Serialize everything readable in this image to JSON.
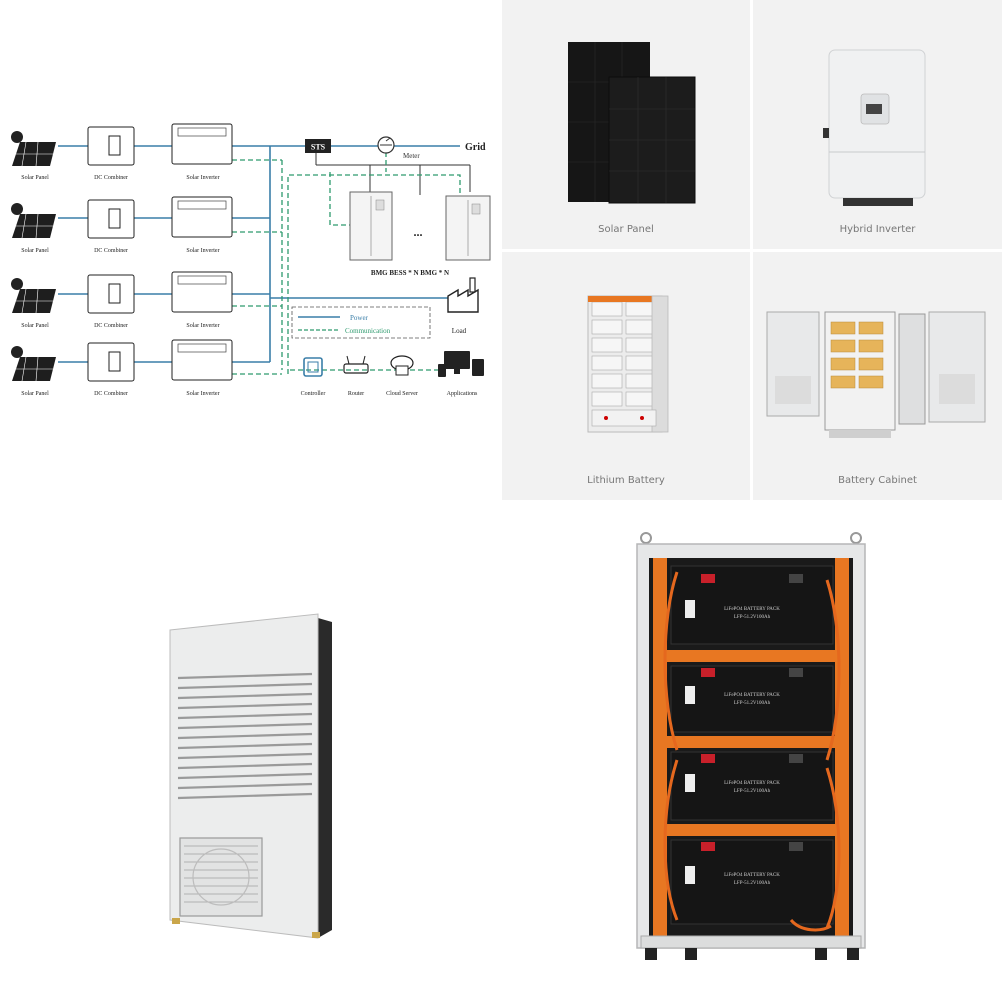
{
  "diagram": {
    "rows": [
      {
        "panel_label": "Solar Panel",
        "combiner_label": "DC Combiner",
        "inverter_label": "Solar Inverter"
      },
      {
        "panel_label": "Solar Panel",
        "combiner_label": "DC Combiner",
        "inverter_label": "Solar Inverter"
      },
      {
        "panel_label": "Solar Panel",
        "combiner_label": "DC Combiner",
        "inverter_label": "Solar Inverter"
      },
      {
        "panel_label": "Solar Panel",
        "combiner_label": "DC Combiner",
        "inverter_label": "Solar Inverter"
      }
    ],
    "sts_label": "STS",
    "meter_label": "Meter",
    "grid_label": "Grid",
    "bess_label": "BMG BESS * N BMG  * N",
    "bess_dots": "...",
    "load_label": "Load",
    "legend": {
      "power": "Power",
      "communication": "Communication"
    },
    "comm_devices": {
      "controller": "Controller",
      "router": "Router",
      "cloud": "Cloud Server",
      "apps": "Applications"
    },
    "colors": {
      "power": "#3a7ea8",
      "communication": "#2e9a6e",
      "line_dark": "#333333"
    }
  },
  "products": {
    "solar_panel": "Solar Panel",
    "hybrid_inverter": "Hybrid Inverter",
    "lithium_battery": "Lithium Battery",
    "battery_cabinet": "Battery Cabinet"
  },
  "rack": {
    "pack_title": "LiFePO4 BATTERY PACK",
    "pack_model": "LFP-51.2V100Ah",
    "frame_color": "#e87722"
  }
}
